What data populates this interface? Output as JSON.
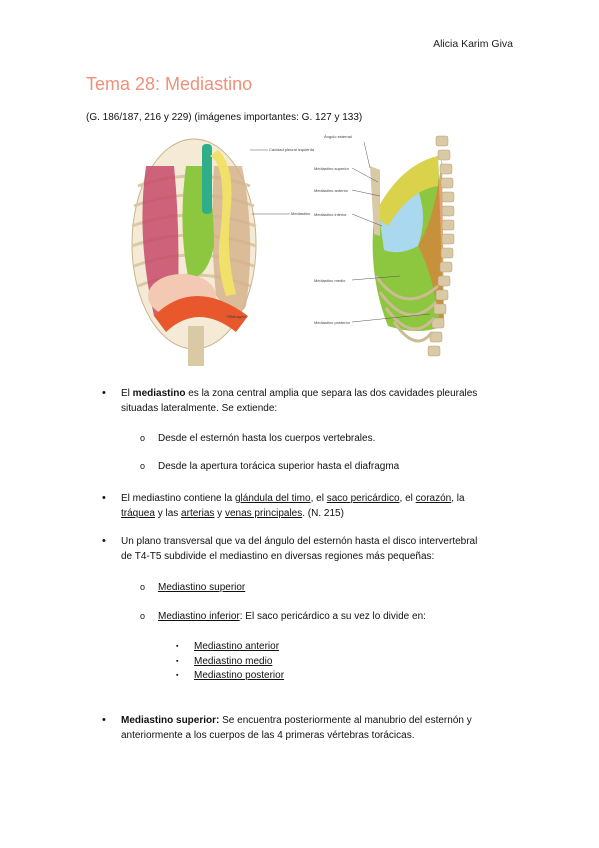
{
  "header": {
    "author": "Alicia Karim Giva"
  },
  "title": "Tema 28: Mediastino",
  "references": "(G. 186/187, 216 y 229) (imágenes importantes: G. 127 y 133)",
  "figure_left": {
    "labels": [
      "Cavidad pleural izquierda",
      "Mediastino",
      "Diafragma"
    ]
  },
  "figure_right": {
    "labels": [
      "Ángulo esternal",
      "Mediastino superior",
      "Mediastino anterior",
      "Mediastino inferior",
      "Mediastino medio",
      "Mediastino posterior"
    ]
  },
  "bullet1": {
    "pre": "El ",
    "bold": "mediastino",
    "line1_rest": " es la zona central amplia que separa las dos cavidades pleurales",
    "line2": "situadas lateralmente. Se extiende:"
  },
  "sub1": [
    "Desde el esternón hasta los cuerpos vertebrales.",
    "Desde la apertura torácica superior hasta el diafragma"
  ],
  "bullet2": {
    "t1": "El mediastino contiene la ",
    "u1": "glándula del timo",
    "t2": ", el ",
    "u2": "saco pericárdico",
    "t3": ", el ",
    "u3": "corazón",
    "t4": ", la",
    "u4": "tráquea",
    "t5": " y las ",
    "u5": "arterias",
    "t6": " y ",
    "u6": "venas principales",
    "t7": ".  (N. 215)"
  },
  "bullet3": {
    "line1": "Un plano transversal que va del ángulo del esternón hasta el disco intervertebral",
    "line2": "de T4-T5 subdivide el mediastino en diversas regiones más pequeñas:"
  },
  "sub3a": "Mediastino superior",
  "sub3b": {
    "u": "Mediastino inferior",
    "rest": ": El saco pericárdico a su vez lo divide en:"
  },
  "sub3b_items": [
    "Mediastino anterior",
    "Mediastino medio",
    "Mediastino posterior"
  ],
  "bullet4": {
    "bold": "Mediastino superior:",
    "line1_rest": " Se encuentra posteriormente al manubrio del esternón y",
    "line2": "anteriormente a los cuerpos de las 4 primeras vértebras torácicas."
  },
  "glyphs": {
    "bullet": "•",
    "circle": "o",
    "square": "▪"
  }
}
